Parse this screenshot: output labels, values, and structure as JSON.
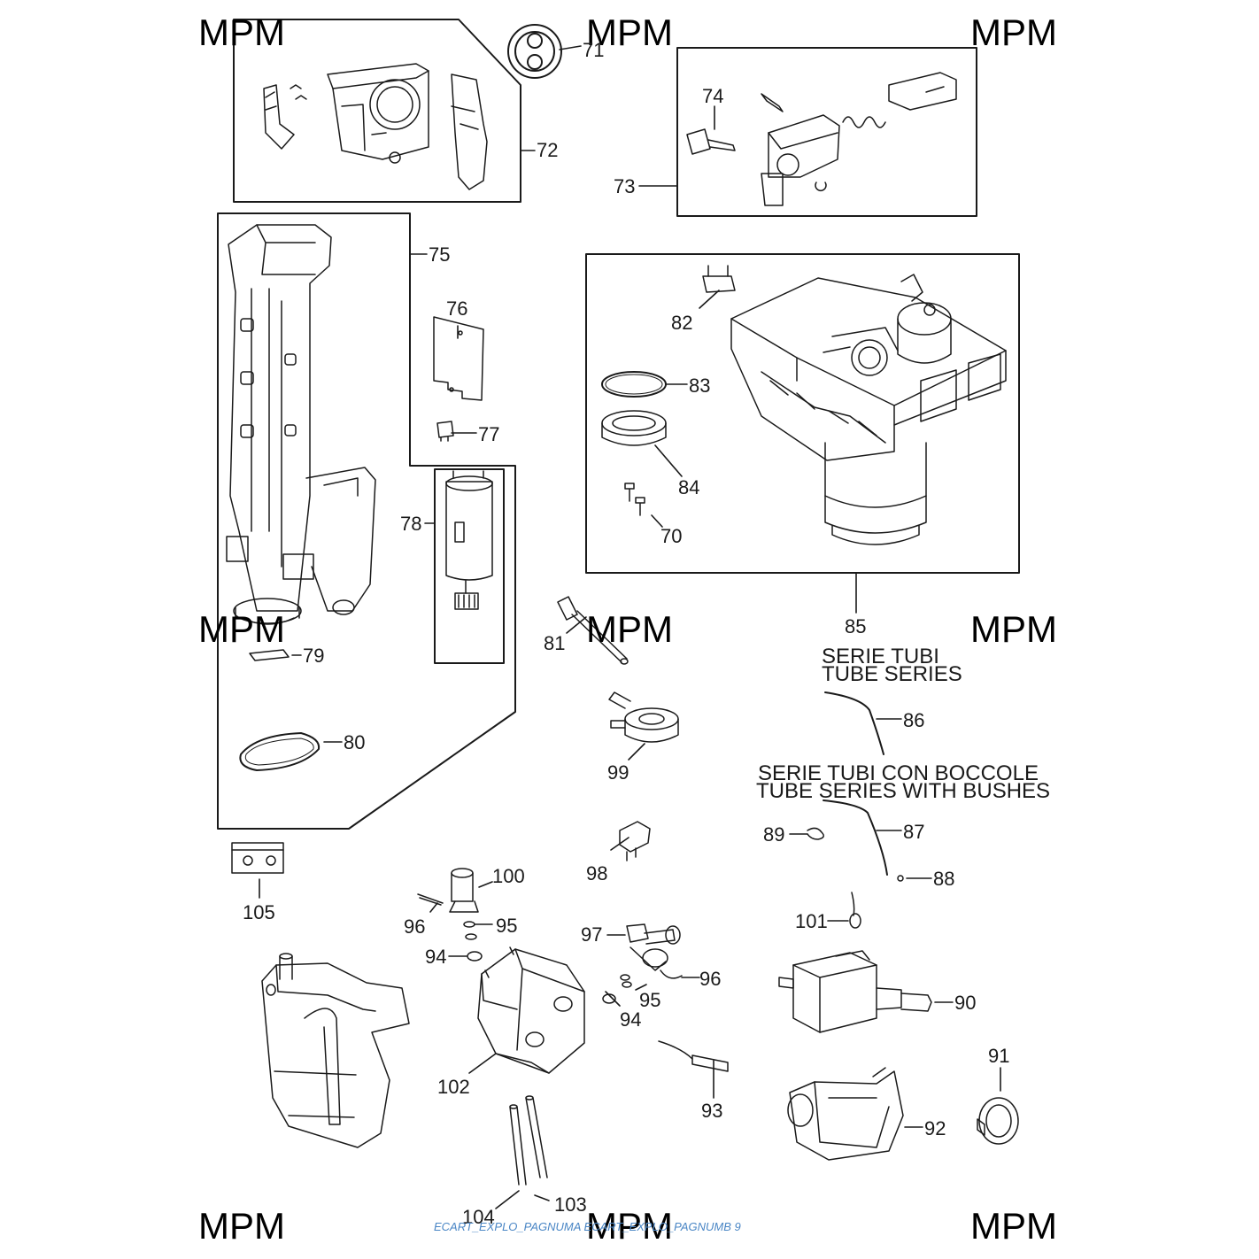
{
  "watermark": "MPM",
  "footer": "ECART_EXPLO_PAGNUMA ECART_EXPLO_PAGNUMB 9",
  "headings": {
    "tube_series_it": "SERIE TUBI",
    "tube_series_en": "TUBE SERIES",
    "tube_bushes_it": "SERIE TUBI CON BOCCOLE",
    "tube_bushes_en": "TUBE SERIES WITH BUSHES"
  },
  "parts": {
    "p70": "70",
    "p71": "71",
    "p72": "72",
    "p73": "73",
    "p74": "74",
    "p75": "75",
    "p76": "76",
    "p77": "77",
    "p78": "78",
    "p79": "79",
    "p80": "80",
    "p81": "81",
    "p82": "82",
    "p83": "83",
    "p84": "84",
    "p85": "85",
    "p86": "86",
    "p87": "87",
    "p88": "88",
    "p89": "89",
    "p90": "90",
    "p91": "91",
    "p92": "92",
    "p93": "93",
    "p94a": "94",
    "p94b": "94",
    "p95a": "95",
    "p95b": "95",
    "p96a": "96",
    "p96b": "96",
    "p97": "97",
    "p98": "98",
    "p99": "99",
    "p100": "100",
    "p101": "101",
    "p102": "102",
    "p103": "103",
    "p104": "104",
    "p105": "105"
  }
}
